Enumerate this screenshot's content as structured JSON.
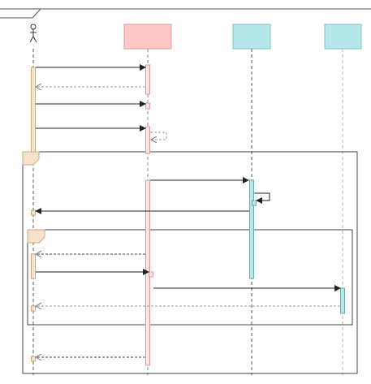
{
  "diagram": {
    "type": "sequence",
    "frame_title": "",
    "actor": {
      "name": "",
      "icon": "stick-figure-icon"
    },
    "lifelines": [
      {
        "id": "actor",
        "name": "",
        "fill": "#ffffff"
      },
      {
        "id": "pink",
        "name": "",
        "fill": "#ffc9c9"
      },
      {
        "id": "teal1",
        "name": "",
        "fill": "#b6e8ea"
      },
      {
        "id": "teal2",
        "name": "",
        "fill": "#b6e8ea"
      }
    ],
    "fragments": [
      {
        "id": "outer",
        "operator": "",
        "guard": ""
      },
      {
        "id": "inner",
        "operator": "",
        "guard": ""
      }
    ],
    "messages": [
      {
        "from": "actor",
        "to": "pink",
        "kind": "sync",
        "label": ""
      },
      {
        "from": "pink",
        "to": "actor",
        "kind": "reply",
        "label": ""
      },
      {
        "from": "actor",
        "to": "pink",
        "kind": "sync",
        "label": ""
      },
      {
        "from": "actor",
        "to": "pink",
        "kind": "sync",
        "label": ""
      },
      {
        "from": "pink",
        "to": "pink",
        "kind": "self-reply",
        "label": ""
      },
      {
        "from": "pink",
        "to": "teal1",
        "kind": "sync",
        "label": ""
      },
      {
        "from": "teal1",
        "to": "teal1",
        "kind": "self",
        "label": ""
      },
      {
        "from": "teal1",
        "to": "actor",
        "kind": "sync",
        "label": ""
      },
      {
        "from": "pink",
        "to": "actor",
        "kind": "reply",
        "label": ""
      },
      {
        "from": "actor",
        "to": "pink",
        "kind": "sync",
        "label": ""
      },
      {
        "from": "pink",
        "to": "teal2",
        "kind": "sync",
        "label": ""
      },
      {
        "from": "teal2",
        "to": "actor",
        "kind": "reply",
        "label": ""
      },
      {
        "from": "pink",
        "to": "actor",
        "kind": "reply",
        "label": ""
      }
    ],
    "colors": {
      "line": "#333333",
      "actor_activation": "#f5e2c8",
      "pink_head": "#ffc9c9",
      "pink_activation": "#fde3e3",
      "teal": "#b6e8ea",
      "fragment_tab": "#f5e2c8",
      "reply_line": "#999999"
    }
  }
}
